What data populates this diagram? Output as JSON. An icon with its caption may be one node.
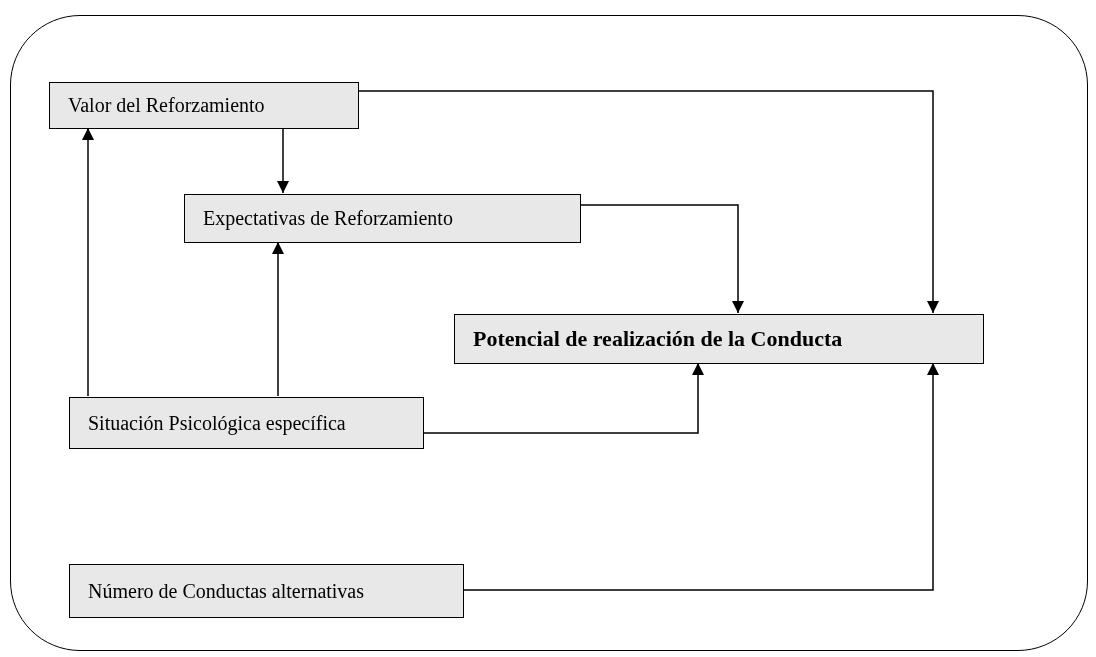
{
  "diagram": {
    "nodes": [
      {
        "text": [],
        "shape": "box"
      },
      {
        "text": [
          "Valor del Reforzamiento"
        ],
        "in": 0
      },
      {
        "text": [
          "Expectativas de Reforzamiento"
        ],
        "in": 0
      },
      {
        "text": [
          "Potencial de realización de la Conducta"
        ],
        "in": 0
      },
      {
        "text": [
          "Situación Psicológica específica"
        ],
        "in": 0
      },
      {
        "text": [
          "Número de Conductas alternativas"
        ],
        "in": 0
      }
    ],
    "edges": [
      {
        "from": 1,
        "to": 3,
        "arrow": "to"
      },
      {
        "from": 1,
        "to": 2,
        "arrow": "to"
      },
      {
        "from": 2,
        "to": 3,
        "arrow": "to"
      },
      {
        "from": 4,
        "to": 1,
        "arrow": "to"
      },
      {
        "from": 4,
        "to": 2,
        "arrow": "to"
      },
      {
        "from": 4,
        "to": 3,
        "arrow": "to"
      },
      {
        "from": 5,
        "to": 3,
        "arrow": "to"
      }
    ]
  }
}
